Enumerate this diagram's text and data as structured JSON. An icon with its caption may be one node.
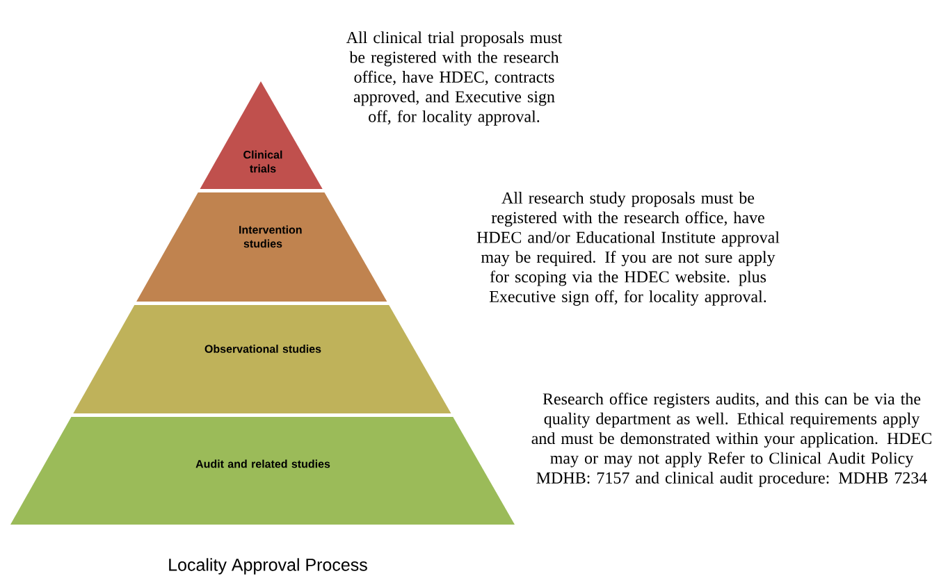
{
  "diagram": {
    "caption": "Locality Approval Process",
    "nodes": [
      {
        "text": [
          "Clinical trials"
        ]
      },
      {
        "text": [
          "Intervention studies"
        ]
      },
      {
        "text": [
          "Observational studies"
        ]
      },
      {
        "text": [
          "Audit and related studies"
        ]
      }
    ],
    "labels": [
      "All clinical trial proposals must be registered with the research office, have HDEC,  contracts approved, and Executive sign off, for locality approval.",
      "All research study proposals must be registered with the research office, have HDEC and/or Educational Institute approval may be required.  If you are not sure apply for scoping via the HDEC website.  plus Executive sign off, for locality approval.",
      "Research office   registers audits, and this can be via the  quality department as well. Ethical requirements apply and must be demonstrated within your application.  HDEC may or may not apply Refer to  Clinical Audit Policy  MDHB: 7157 and clinical audit procedure: MDHB 7234"
    ]
  }
}
